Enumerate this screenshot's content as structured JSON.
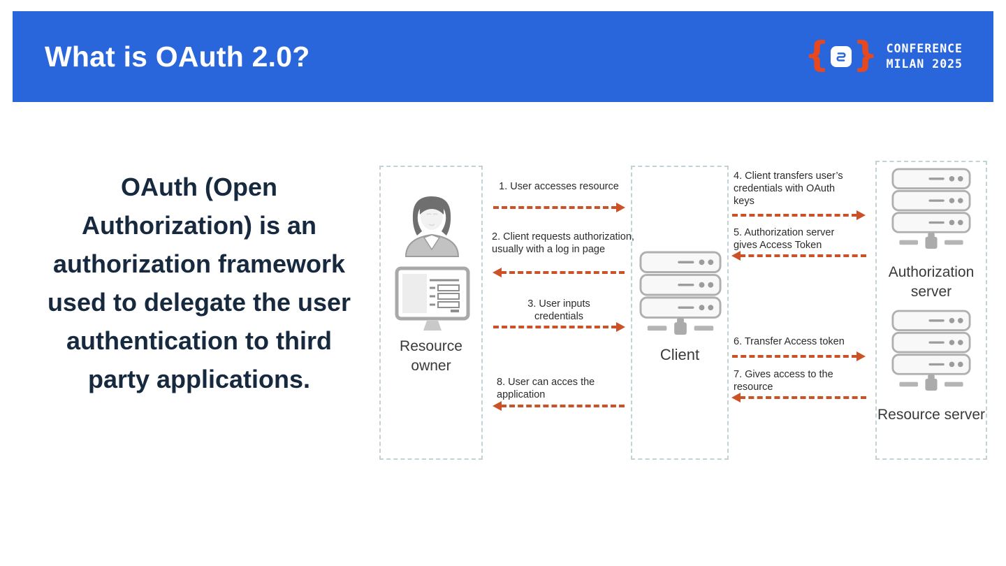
{
  "header": {
    "title": "What is OAuth 2.0?",
    "logo": {
      "line1": "CONFERENCE",
      "line2": "MILAN 2025"
    }
  },
  "intro": {
    "lines": [
      "OAuth (Open",
      "Authorization) is an",
      "authorization framework",
      "used to delegate the user",
      "authentication to third",
      "party applications."
    ]
  },
  "diagram": {
    "actors": {
      "resource_owner": "Resource owner",
      "client": "Client",
      "authorization_server": "Authorization server",
      "resource_server": "Resource server"
    },
    "steps": [
      {
        "label": "1. User accesses resource",
        "direction": "right"
      },
      {
        "label": "2. Client requests authorization,\nusually with a log in page",
        "direction": "left"
      },
      {
        "label": "3. User inputs\ncredentials",
        "direction": "right"
      },
      {
        "label": "4. Client transfers user’s\ncredentials with OAuth\nkeys",
        "direction": "right"
      },
      {
        "label": "5. Authorization server\ngives Access Token",
        "direction": "left"
      },
      {
        "label": "6. Transfer Access token",
        "direction": "right"
      },
      {
        "label": "7. Gives access to the\nresource",
        "direction": "left"
      },
      {
        "label": "8. User can acces the\napplication",
        "direction": "left"
      }
    ],
    "icons": {
      "resource_owner": [
        "woman-avatar-icon",
        "monitor-login-icon"
      ],
      "client": [
        "server-stack-icon",
        "network-connector-icon"
      ],
      "authorization_server": [
        "server-stack-icon",
        "network-connector-icon"
      ],
      "resource_server": [
        "server-stack-icon",
        "network-connector-icon"
      ]
    }
  },
  "colors": {
    "header_blue": "#2A66DB",
    "logo_orange": "#E8481D",
    "arrow_orange": "#CB5227",
    "text_navy": "#16293E",
    "panel_border": "#C3D2D6",
    "icon_gray": "#ABABAB"
  }
}
